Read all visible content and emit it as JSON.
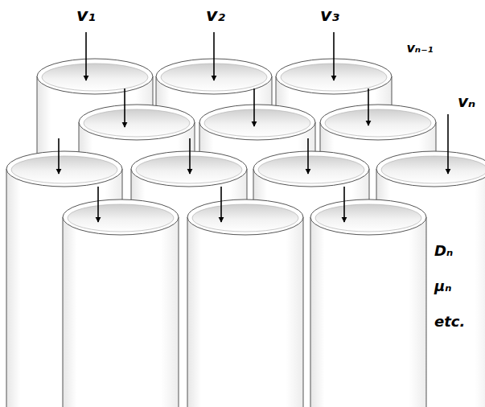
{
  "diagram": {
    "nodes": [
      {
        "text": [
          "Dₙ",
          "μₙ",
          "etc."
        ]
      }
    ],
    "labels": [
      "v₁",
      "v₂",
      "v₃",
      "vₙ₋₁",
      "vₙ"
    ]
  }
}
